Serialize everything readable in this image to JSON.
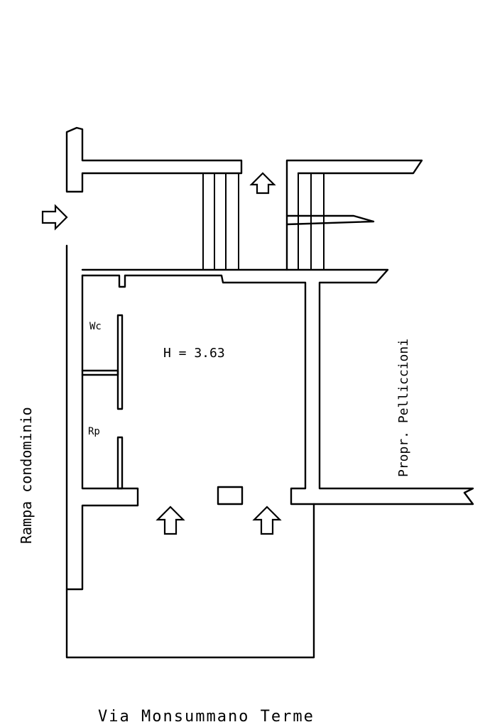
{
  "labels": {
    "height": "H = 3.63",
    "wc": "Wc",
    "rp": "Rp",
    "ramp": "Rampa condominio",
    "neighbor": "Propr. Pelliccioni",
    "street": "Via Monsummano Terme"
  }
}
